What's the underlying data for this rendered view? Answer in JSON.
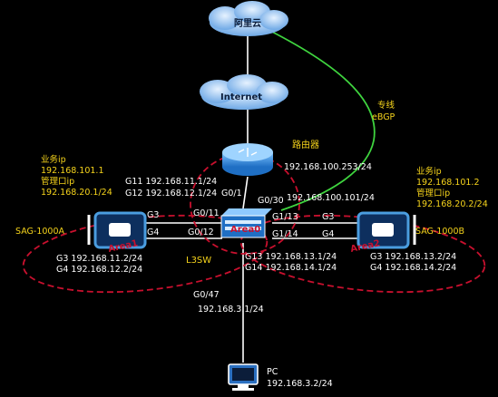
{
  "nodes": {
    "aliyun": "阿里云",
    "internet": "Internet",
    "router": "路由器",
    "l3sw": "L3SW",
    "sag_a": "SAG-1000A",
    "sag_b": "SAG-1000B",
    "pc": "PC"
  },
  "areas": {
    "area0": "Area0",
    "area1": "Area1",
    "area2": "Area2"
  },
  "link_labels": {
    "line_label": "专线",
    "ebgp": "eBGP"
  },
  "sag_a_info": {
    "biz_ip_label": "业务ip",
    "biz_ip": "192.168.101.1",
    "mgmt_label": "管理口ip",
    "mgmt_ip": "192.168.20.1/24"
  },
  "sag_b_info": {
    "biz_ip_label": "业务ip",
    "biz_ip": "192.168.101.2",
    "mgmt_label": "管理口ip",
    "mgmt_ip": "192.168.20.2/24"
  },
  "interfaces": {
    "router_ip": "192.168.100.253/24",
    "g01": "G0/1",
    "g030": "G0/30",
    "g030_ip": "192.168.100.101/24",
    "g11_ip": "G11 192.168.11.1/24",
    "g12_ip": "G12 192.168.12.1/24",
    "g011": "G0/11",
    "g012": "G0/12",
    "g3_left": "G3",
    "g4_left": "G4",
    "g113": "G1/13",
    "g114": "G1/14",
    "g3_right": "G3",
    "g4_right": "G4",
    "a_g3_ip": "G3 192.168.11.2/24",
    "a_g4_ip": "G4 192.168.12.2/24",
    "g13_ip": "G13 192.168.13.1/24",
    "g14_ip": "G14 192.168.14.1/24",
    "b_g3_ip": "G3 192.168.13.2/24",
    "b_g4_ip": "G4 192.168.14.2/24",
    "g047": "G0/47",
    "g047_ip": "192.168.3.1/24",
    "pc_ip": "192.168.3.2/24"
  },
  "colors": {
    "background": "#000000",
    "link": "#ffffff",
    "ebgp_line": "#3fd43f",
    "area_dash": "#c8102e",
    "label_yellow": "#f5d31b",
    "cloud": "#7fb6ef",
    "device_blue": "#4a9de0"
  }
}
